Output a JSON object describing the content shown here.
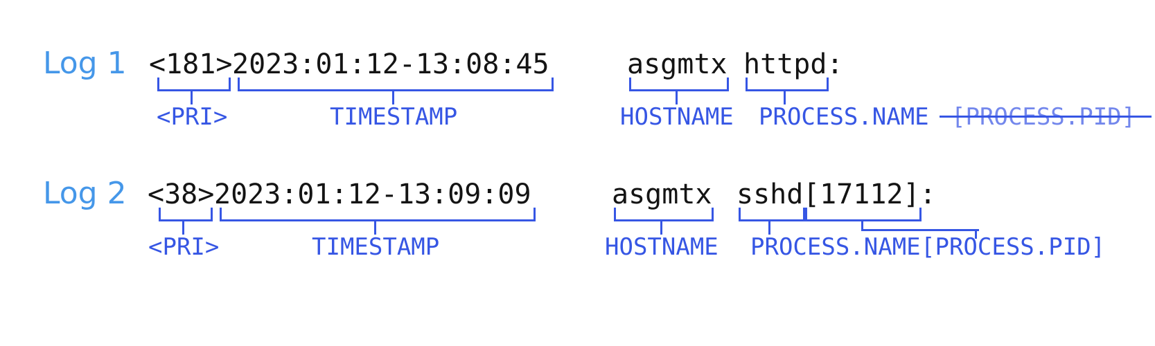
{
  "colors": {
    "log_title_blue": "#4597E9",
    "annotation_blue": "#3656E4",
    "annotation_struck_blue": "#7387EC",
    "log_text_black": "#141414",
    "background": "#ffffff"
  },
  "log1": {
    "title": "Log 1",
    "pri": "<181>",
    "timestamp": "2023:01:12-13:08:45",
    "hostname": "asgmtx",
    "process_name": "httpd",
    "colon": ":",
    "labels": {
      "pri": "<PRI>",
      "timestamp": "TIMESTAMP",
      "hostname": "HOSTNAME",
      "process_name": "PROCESS.NAME",
      "process_pid": "[PROCESS.PID]"
    },
    "process_pid_struck_out": true
  },
  "log2": {
    "title": "Log 2",
    "pri": "<38>",
    "timestamp": "2023:01:12-13:09:09",
    "hostname": "asgmtx",
    "process_name": "sshd",
    "process_pid": "[17112]",
    "colon": ":",
    "labels": {
      "pri": "<PRI>",
      "timestamp": "TIMESTAMP",
      "hostname": "HOSTNAME",
      "process_name": "PROCESS.NAME",
      "process_pid": "[PROCESS.PID]"
    },
    "process_pid_struck_out": false
  }
}
